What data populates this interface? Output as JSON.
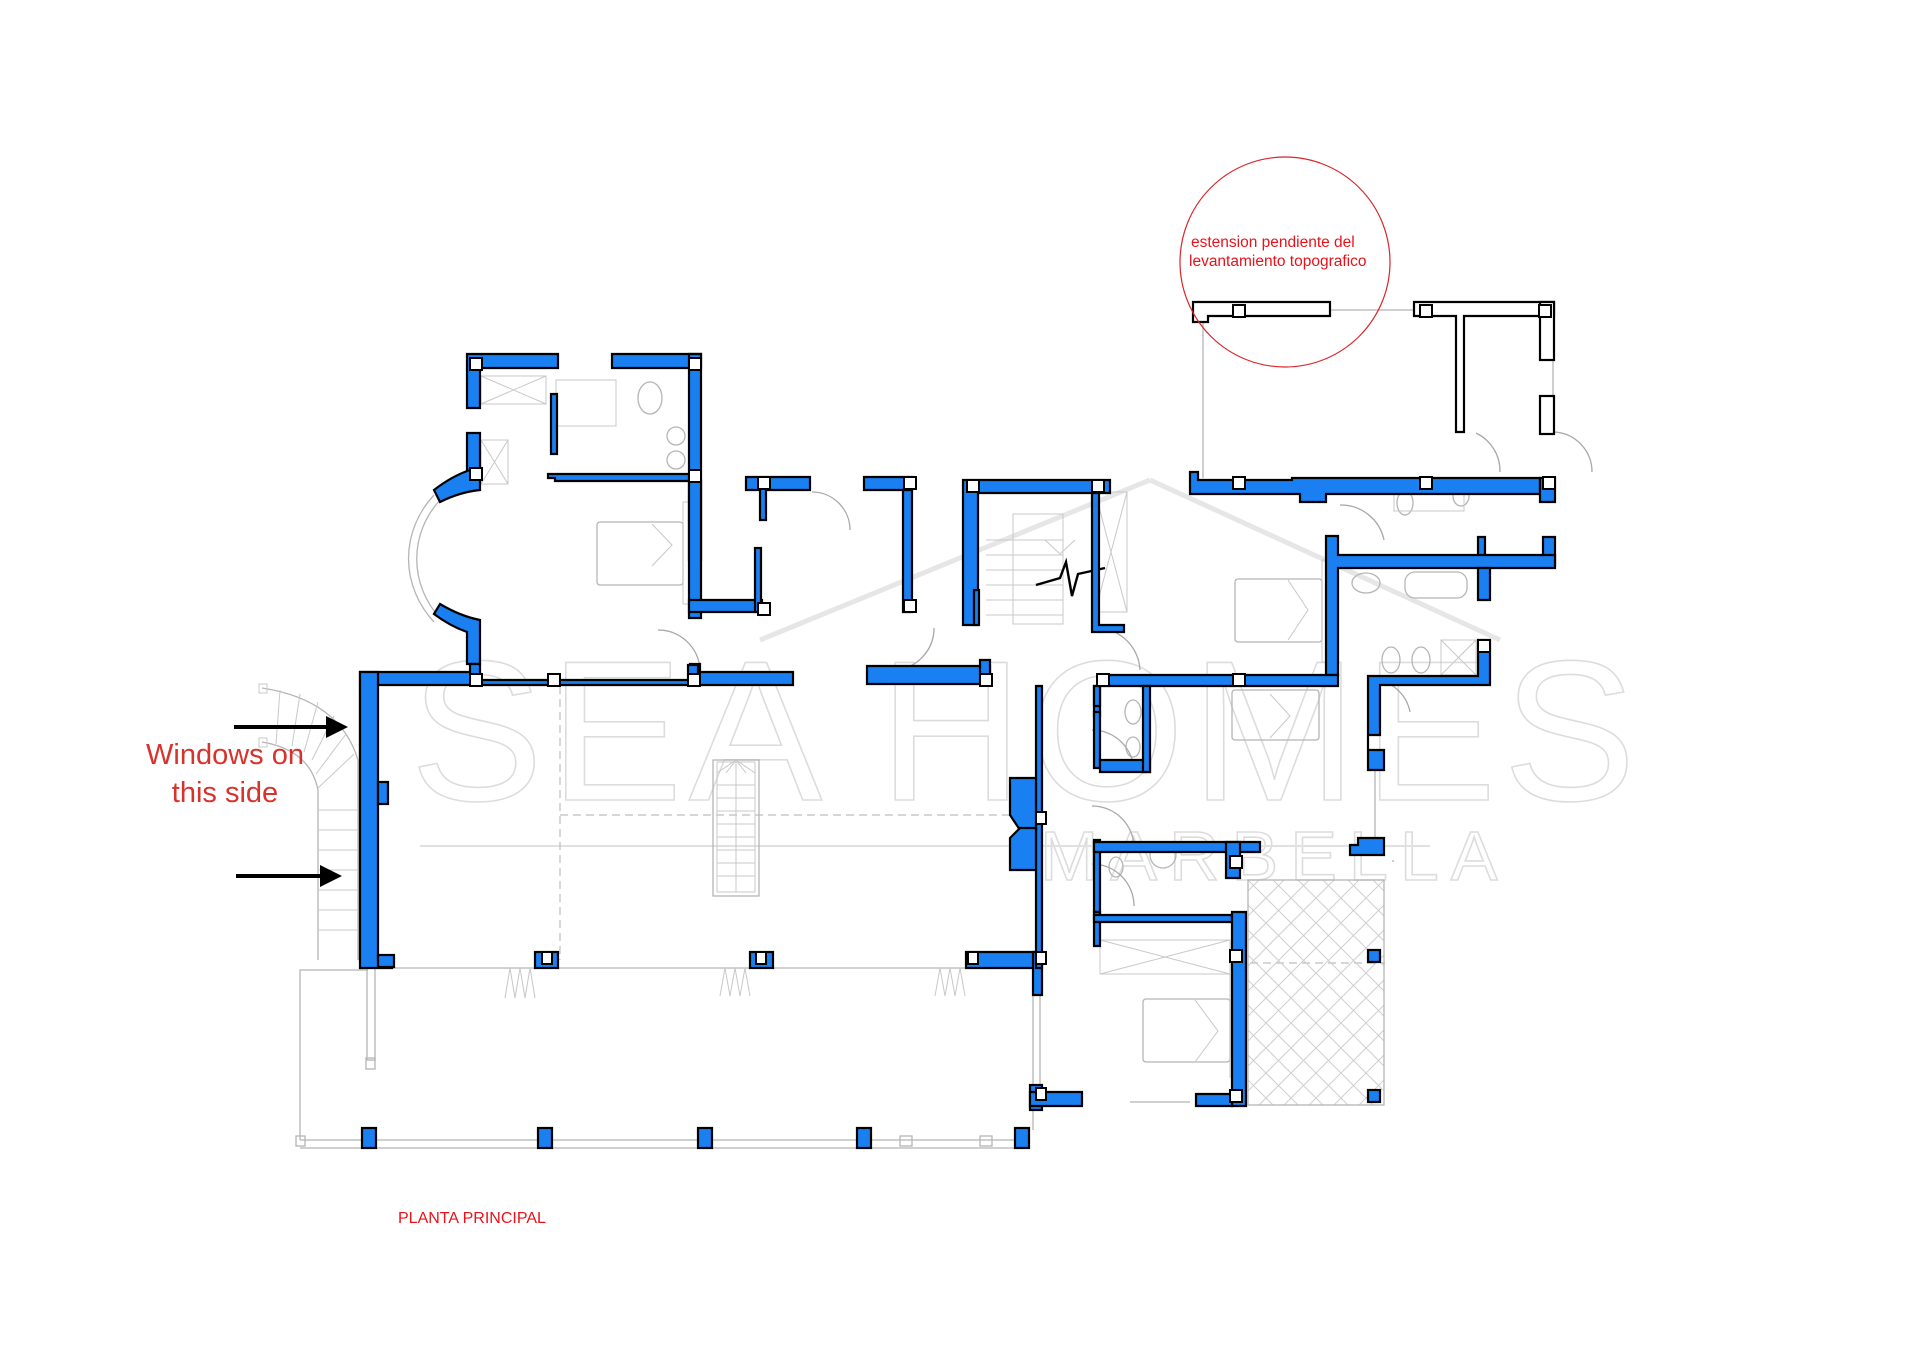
{
  "drawing": {
    "title": "PLANTA PRINCIPAL",
    "watermark": {
      "brand": "SEA HOMES",
      "location": "MARBELLA"
    },
    "annotations": {
      "circle_note": {
        "line1": "estension pendiente del",
        "line2": "levantamiento topografico"
      },
      "windows_note": {
        "line1": "Windows on",
        "line2": "this side"
      }
    },
    "colors": {
      "wall_fill": "#1a7ff0",
      "wall_outline": "#000000",
      "annotation_red": "#e8121b",
      "background": "#ffffff"
    },
    "legend": {
      "arrows": 2,
      "rooms_visible": [
        "bedroom",
        "bedroom",
        "bedroom",
        "bedroom",
        "bathroom",
        "bathroom",
        "bathroom",
        "bathroom",
        "staircase",
        "living area",
        "terrace",
        "covered porch",
        "extension (pending)"
      ]
    }
  }
}
